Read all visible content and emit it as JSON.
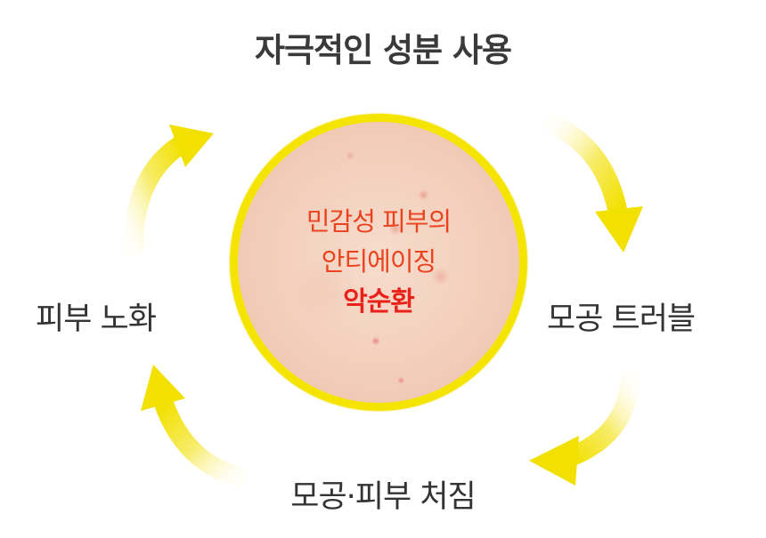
{
  "title": "자극적인 성분 사용",
  "center": {
    "line1": "민감성 피부의",
    "line2": "안티에이징",
    "highlight": "악순환"
  },
  "cycle": {
    "right": "모공 트러블",
    "bottom": "모공·피부 처짐",
    "left": "피부 노화"
  },
  "colors": {
    "ring": "#f5e400",
    "arrow": "#f3e21a",
    "center_text": "#e9431f",
    "highlight_text": "#e8221a",
    "label_text": "#333333"
  }
}
